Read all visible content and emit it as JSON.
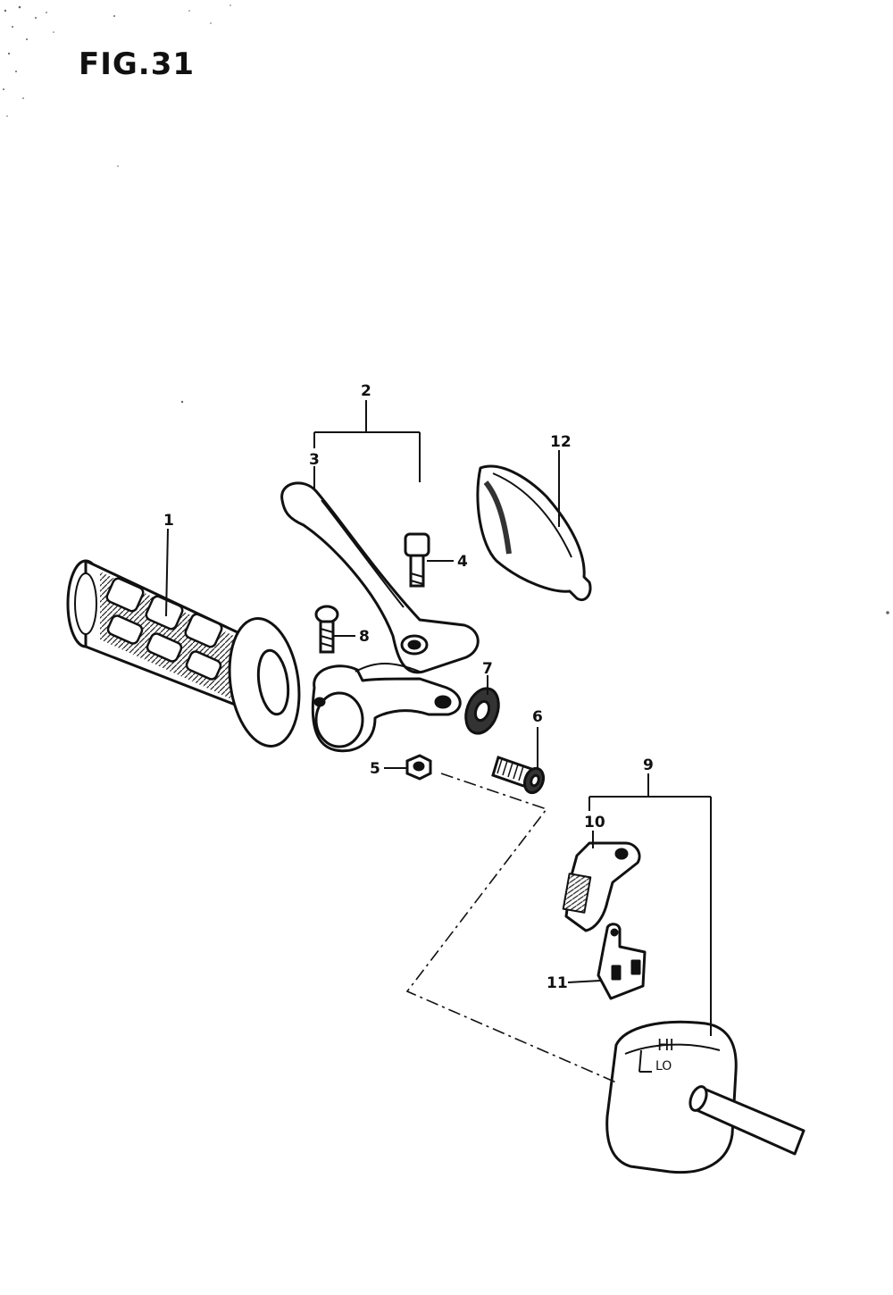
{
  "figure": {
    "title": "FIG.31",
    "callouts": [
      {
        "id": "1",
        "text": "1"
      },
      {
        "id": "2",
        "text": "2"
      },
      {
        "id": "3",
        "text": "3"
      },
      {
        "id": "4",
        "text": "4"
      },
      {
        "id": "5",
        "text": "5"
      },
      {
        "id": "6",
        "text": "6"
      },
      {
        "id": "7",
        "text": "7"
      },
      {
        "id": "8",
        "text": "8"
      },
      {
        "id": "9",
        "text": "9"
      },
      {
        "id": "10",
        "text": "10"
      },
      {
        "id": "11",
        "text": "11"
      },
      {
        "id": "12",
        "text": "12"
      }
    ],
    "switch_marks": {
      "hi": "HI",
      "lo": "LO"
    }
  }
}
